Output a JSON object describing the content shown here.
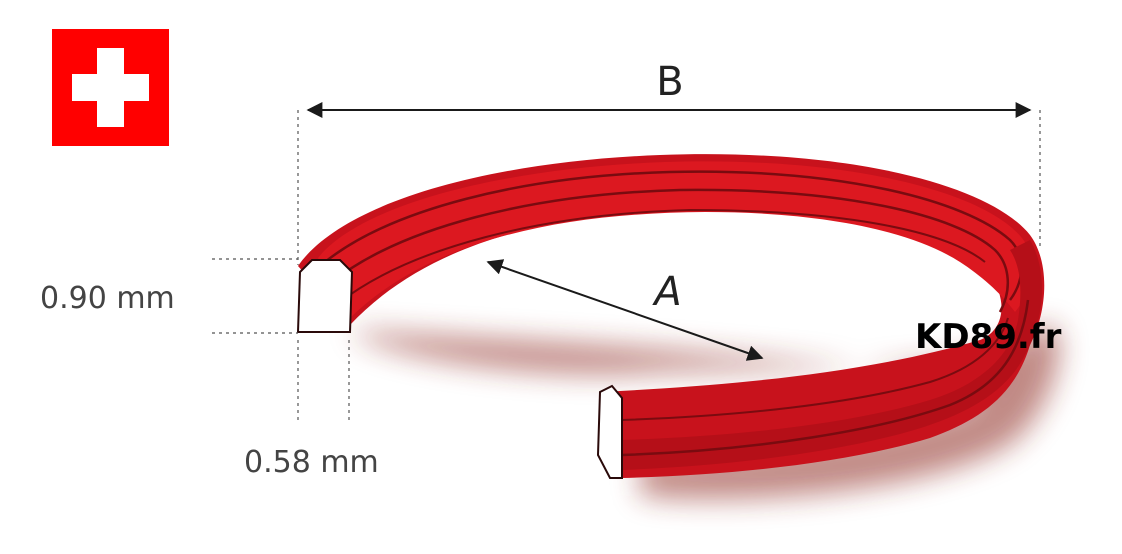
{
  "flag": {
    "icon": "swiss-flag-icon",
    "background_color": "#ff0000",
    "cross_color": "#ffffff"
  },
  "labels": {
    "outer_diameter": "B",
    "inner_diameter": "A",
    "height": "0.90 mm",
    "width": "0.58 mm"
  },
  "watermark": "KD89.fr",
  "colors": {
    "ring_red": "#d7141d",
    "ring_dark": "#8e0d12",
    "ring_highlight": "#f04b4f"
  }
}
